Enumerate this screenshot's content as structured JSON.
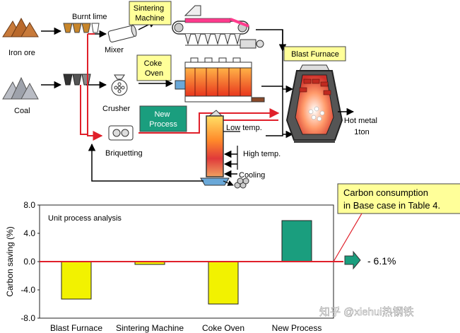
{
  "process": {
    "iron_ore": "Iron ore",
    "coal": "Coal",
    "burnt_lime": "Burnt lime",
    "mixer": "Mixer",
    "sintering_machine": [
      "Sintering",
      "Machine"
    ],
    "coke_oven": [
      "Coke",
      "Oven"
    ],
    "blast_furnace": "Blast Furnace",
    "crusher": "Crusher",
    "new_process": [
      "New",
      "Process"
    ],
    "briquetting": "Briquetting",
    "low_temp": "Low temp.",
    "high_temp": "High temp.",
    "cooling": "Cooling",
    "hot_metal": [
      "Hot metal",
      "1ton"
    ]
  },
  "callout": {
    "lines": [
      "Carbon consumption",
      "in Base case in Table 4."
    ],
    "result": "- 6.1%"
  },
  "watermark": "知乎 @xiehui热钢铁",
  "colors": {
    "label_box": "#ffff99",
    "new_process_box": "#1a9e7e",
    "red_line": "#e0202a",
    "bar_yellow": "#f2f200",
    "bar_green": "#1a9e7e"
  },
  "chart_data": {
    "type": "bar",
    "title": "Unit process analysis",
    "ylabel": "Carbon saving (%)",
    "xlabel": "",
    "categories": [
      "Blast Furnace",
      "Sintering Machine",
      "Coke Oven",
      "New Process"
    ],
    "values": [
      -5.3,
      -0.4,
      -6.0,
      5.8
    ],
    "bar_colors": [
      "#f2f200",
      "#f2f200",
      "#f2f200",
      "#1a9e7e"
    ],
    "ylim": [
      -8.0,
      8.0
    ],
    "yticks": [
      "8.0",
      "4.0",
      "0.0",
      "-4.0",
      "-8.0"
    ],
    "ytick_values": [
      8,
      4,
      0,
      -4,
      -8
    ],
    "zero_line_color": "#e0202a",
    "grid": false
  }
}
